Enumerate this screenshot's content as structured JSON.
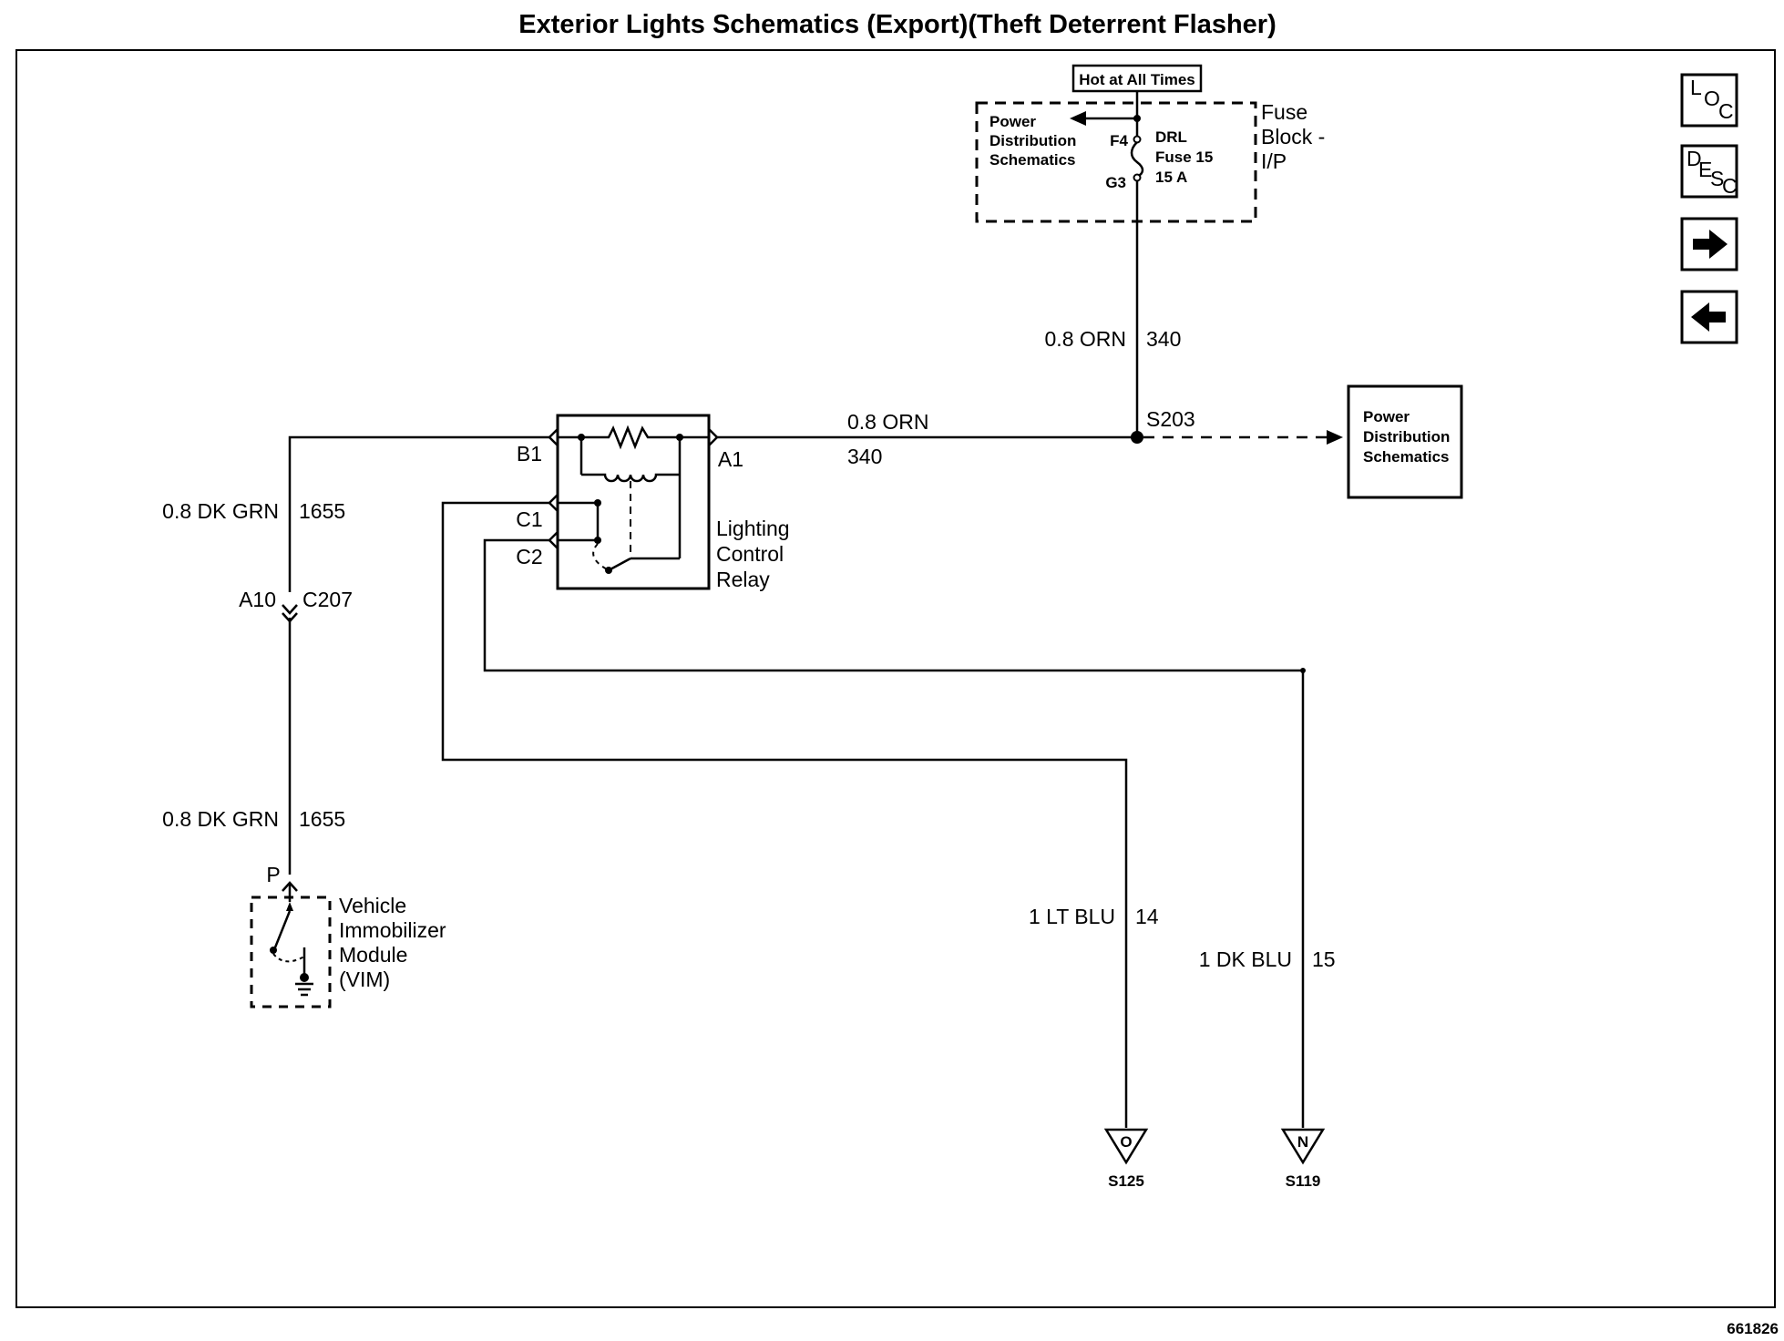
{
  "title": "Exterior Lights Schematics (Export)(Theft Deterrent Flasher)",
  "nav": {
    "loc": [
      "L",
      "O",
      "C"
    ],
    "desc": [
      "D",
      "E",
      "S",
      "C"
    ]
  },
  "fuse_block": {
    "hot_label": "Hot at All Times",
    "power_ref_lines": [
      "Power",
      "Distribution",
      "Schematics"
    ],
    "name_lines": [
      "Fuse",
      "Block -",
      "I/P"
    ],
    "pin_in": "F4",
    "pin_out": "G3",
    "fuse_lines": [
      "DRL",
      "Fuse 15",
      "15 A"
    ]
  },
  "wires": {
    "w340_vertical": {
      "gauge": "0.8 ORN",
      "circuit": "340"
    },
    "w340_horizontal": {
      "gauge": "0.8 ORN",
      "circuit": "340"
    },
    "w1655_upper": {
      "gauge": "0.8 DK GRN",
      "circuit": "1655"
    },
    "w1655_lower": {
      "gauge": "0.8 DK GRN",
      "circuit": "1655"
    },
    "w14": {
      "gauge": "1 LT BLU",
      "circuit": "14"
    },
    "w15": {
      "gauge": "1 DK BLU",
      "circuit": "15"
    }
  },
  "splice": {
    "name": "S203"
  },
  "power_box": {
    "lines": [
      "Power",
      "Distribution",
      "Schematics"
    ]
  },
  "relay": {
    "name_lines": [
      "Lighting",
      "Control",
      "Relay"
    ],
    "pins": {
      "b1": "B1",
      "a1": "A1",
      "c1": "C1",
      "c2": "C2"
    }
  },
  "connector": {
    "pin": "A10",
    "name": "C207"
  },
  "vim": {
    "pin": "P",
    "name_lines": [
      "Vehicle",
      "Immobilizer",
      "Module",
      "(VIM)"
    ]
  },
  "splice_refs": [
    {
      "letter": "O",
      "name": "S125"
    },
    {
      "letter": "N",
      "name": "S119"
    }
  ],
  "figure_id": "661826"
}
